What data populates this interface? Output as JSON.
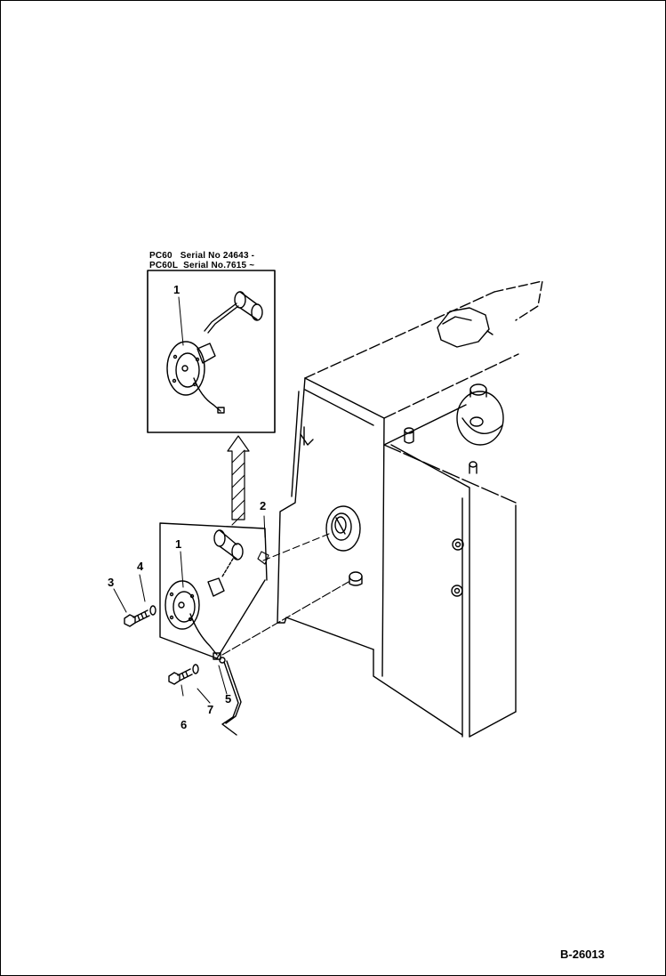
{
  "serial_notes": [
    {
      "model": "PC60",
      "serial": "Serial No 24643 -"
    },
    {
      "model": "PC60L",
      "serial": "Serial No.7615 ~"
    }
  ],
  "callouts": {
    "inset_1": "1",
    "main_1": "1",
    "c2": "2",
    "c3": "3",
    "c4": "4",
    "c5": "5",
    "c6": "6",
    "c7": "7"
  },
  "drawing_number": "B-26013",
  "colors": {
    "ink": "#000000",
    "paper": "#ffffff"
  }
}
